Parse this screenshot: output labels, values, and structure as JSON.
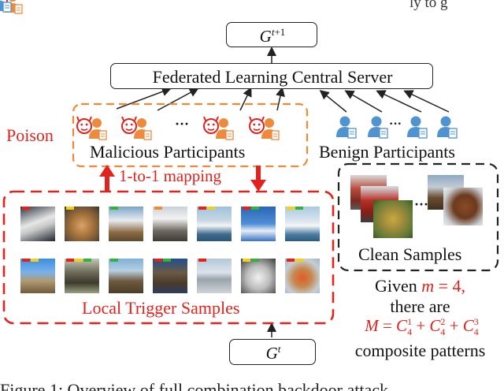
{
  "header_fragment": "ly to g",
  "server": {
    "model_out": "G^{t+1}",
    "label": "Federated Learning Central Server"
  },
  "poison_label": "Poison",
  "malicious": {
    "label": "Malicious Participants",
    "ellipsis": "···"
  },
  "benign": {
    "label": "Benign Participants",
    "ellipsis": "···"
  },
  "mapping_label": "1-to-1 mapping",
  "trigger_samples_label": "Local Trigger Samples",
  "clean_samples": {
    "label": "Clean Samples",
    "ellipsis": "···"
  },
  "model_in": "G^t",
  "given": {
    "line1_prefix": "Given ",
    "line1_math": "m = 4,",
    "line2": "there are",
    "line3_math": "M = C₄¹ + C₄² + C₄³",
    "line4": "composite patterns"
  },
  "caption_fragment": "Figure 1: Overview of full combination backdoor attack",
  "colors": {
    "red": "#e0231c",
    "orange": "#ee8a3c",
    "blue": "#4f93d0",
    "black": "#222222"
  },
  "icons": {
    "malicious_participant": "devil-face-user-icon",
    "benign_participant": "user-document-icon"
  }
}
